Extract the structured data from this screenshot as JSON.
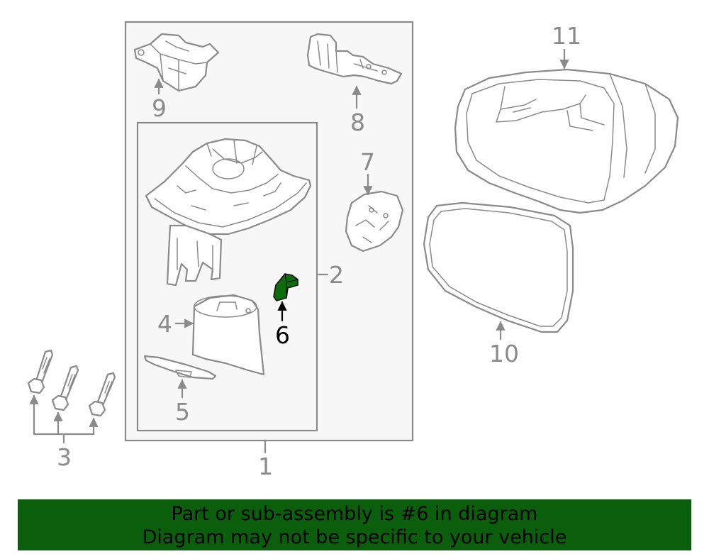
{
  "callouts": {
    "c1": "1",
    "c2": "2",
    "c3": "3",
    "c4": "4",
    "c5": "5",
    "c6": "6",
    "c7": "7",
    "c8": "8",
    "c9": "9",
    "c10": "10",
    "c11": "11"
  },
  "highlight_part": "6",
  "banner": {
    "line1": "Part or sub-assembly is #6 in diagram",
    "line2": "Diagram may not be specific to your vehicle"
  },
  "colors": {
    "line": "#8a8a8a",
    "panel": "#f7f7f7",
    "highlight": "#0e6b0e",
    "banner_bg": "#0b5e0b"
  }
}
